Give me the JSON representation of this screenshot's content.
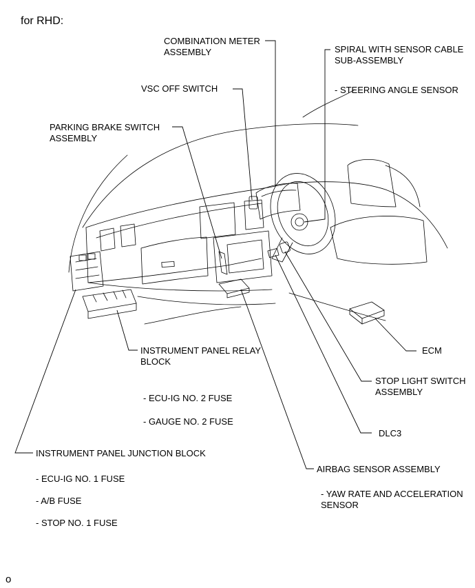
{
  "header": "for RHD:",
  "footer_mark": "o",
  "labels": {
    "combination_meter": [
      "COMBINATION METER",
      "ASSEMBLY"
    ],
    "spiral_cable": [
      "SPIRAL WITH SENSOR CABLE",
      "SUB-ASSEMBLY"
    ],
    "steering_angle_sensor": "- STEERING ANGLE SENSOR",
    "vsc_off_switch": "VSC OFF SWITCH",
    "parking_brake_switch": [
      "PARKING BRAKE SWITCH",
      "ASSEMBLY"
    ],
    "ecm": "ECM",
    "instrument_panel_relay_block": [
      "INSTRUMENT PANEL RELAY",
      "BLOCK"
    ],
    "stop_light_switch": [
      "STOP LIGHT SWITCH",
      "ASSEMBLY"
    ],
    "relay_fuse_1": "- ECU-IG NO. 2 FUSE",
    "relay_fuse_2": "- GAUGE NO. 2 FUSE",
    "dlc3": "DLC3",
    "junction_block": "INSTRUMENT PANEL JUNCTION BLOCK",
    "airbag_sensor": "AIRBAG SENSOR ASSEMBLY",
    "junction_fuse_1": "- ECU-IG NO. 1 FUSE",
    "junction_fuse_2": "- A/B FUSE",
    "junction_fuse_3": "- STOP NO. 1 FUSE",
    "yaw_rate_sensor": [
      "- YAW RATE AND ACCELERATION",
      "SENSOR"
    ]
  }
}
